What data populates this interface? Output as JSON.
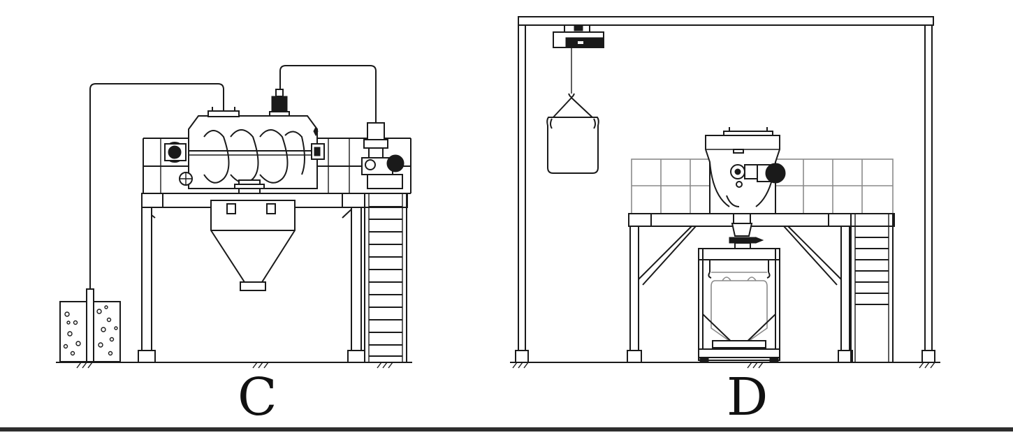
{
  "figure": {
    "panels": [
      {
        "id": "C",
        "label": "C"
      },
      {
        "id": "D",
        "label": "D"
      }
    ]
  },
  "colors": {
    "line": "#1a1a1a",
    "background": "#ffffff",
    "frame_gray": "#8a8a8a"
  }
}
